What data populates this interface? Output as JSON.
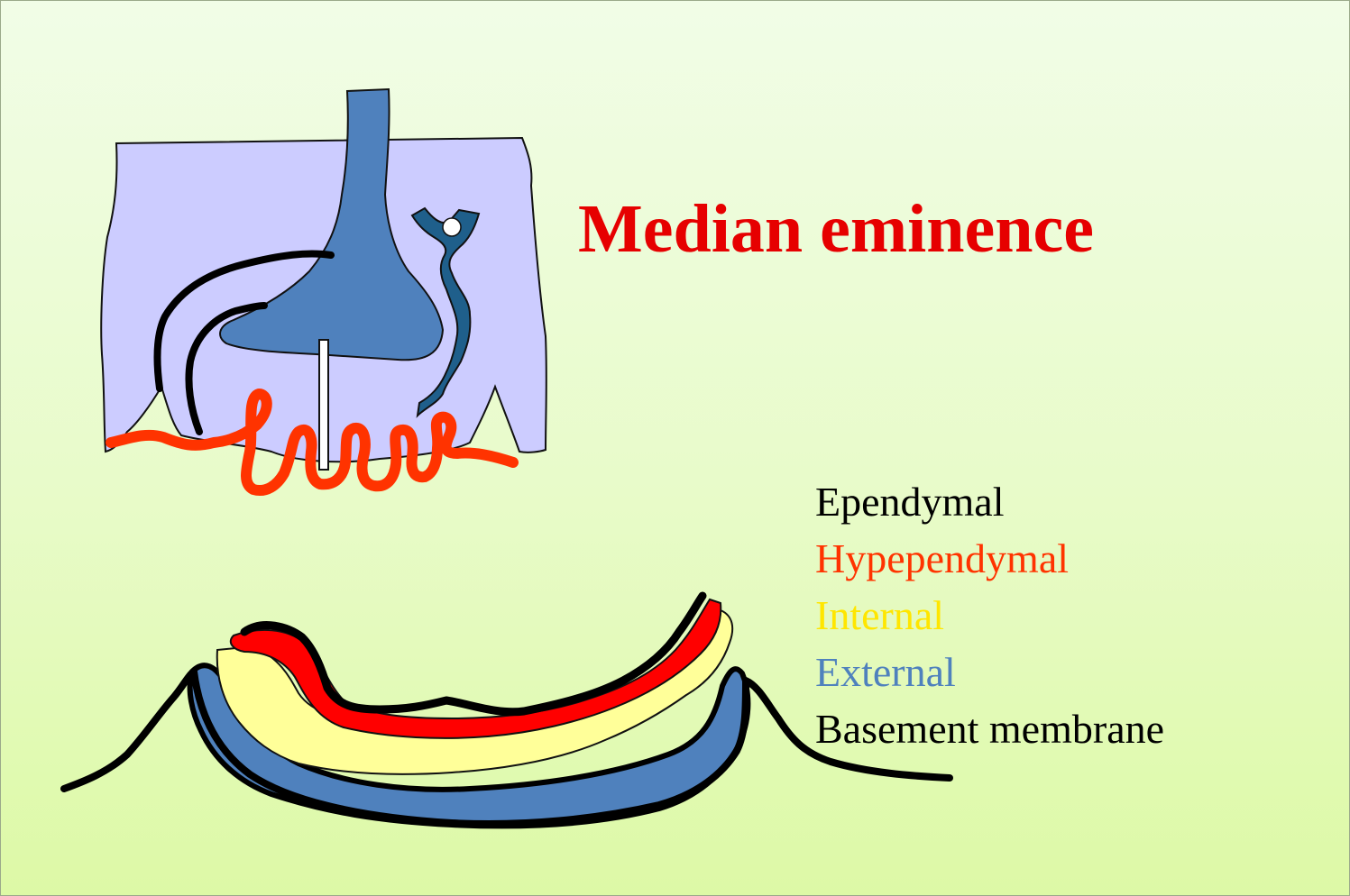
{
  "diagram": {
    "title": "Median eminence",
    "colors": {
      "title": "#e60000",
      "tissue": "#ccccff",
      "tanycyte": "#4f81bd",
      "neuron": "#1f5f8b",
      "capillary": "#ff3300",
      "ependymal": "#000000",
      "hypependymal": "#ff0000",
      "internal": "#ffff99",
      "external": "#4f81bd",
      "basement": "#000000"
    },
    "legend": [
      {
        "label": "Ependymal",
        "color": "#000000"
      },
      {
        "label": "Hypependymal",
        "color": "#ff3300"
      },
      {
        "label": "Internal",
        "color": "#ffe600"
      },
      {
        "label": "External",
        "color": "#4f81bd"
      },
      {
        "label": "Basement membrane",
        "color": "#000000"
      }
    ]
  }
}
